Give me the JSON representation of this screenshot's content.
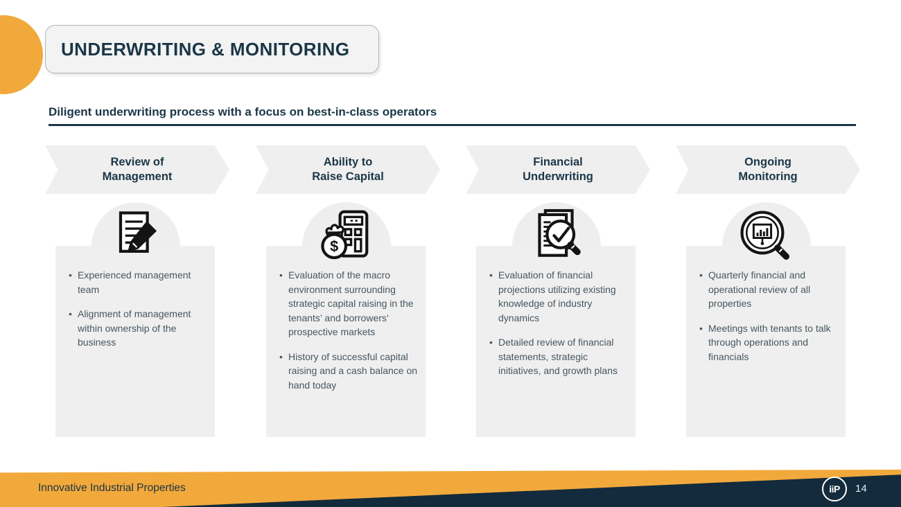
{
  "slide": {
    "title": "UNDERWRITING & MONITORING",
    "subtitle": "Diligent underwriting process with a focus on best-in-class operators",
    "columns": [
      {
        "header_line1": "Review of",
        "header_line2": "Management",
        "icon": "document-pencil-icon",
        "bullets": [
          "Experienced management team",
          "Alignment of management within ownership of the business"
        ]
      },
      {
        "header_line1": "Ability to",
        "header_line2": "Raise Capital",
        "icon": "moneybag-calculator-icon",
        "bullets": [
          "Evaluation of the macro environment surrounding strategic capital raising in the tenants’ and borrowers’ prospective markets",
          "History of successful capital raising and a cash balance on hand today"
        ]
      },
      {
        "header_line1": "Financial",
        "header_line2": "Underwriting",
        "icon": "document-check-magnifier-icon",
        "bullets": [
          "Evaluation of financial projections utilizing existing knowledge of industry dynamics",
          "Detailed review of financial statements, strategic initiatives, and growth plans"
        ]
      },
      {
        "header_line1": "Ongoing",
        "header_line2": "Monitoring",
        "icon": "chart-magnifier-icon",
        "bullets": [
          "Quarterly financial and operational review of all properties",
          "Meetings with tenants to talk through operations and financials"
        ]
      }
    ],
    "footer": {
      "company": "Innovative Industrial Properties",
      "logo_text": "iiP",
      "page_number": "14"
    },
    "colors": {
      "accent_orange": "#F2A93B",
      "heading_navy": "#1B3647",
      "body_text": "#47565F",
      "panel_gray": "#EFEFEF",
      "footer_navy": "#132B3C"
    }
  }
}
